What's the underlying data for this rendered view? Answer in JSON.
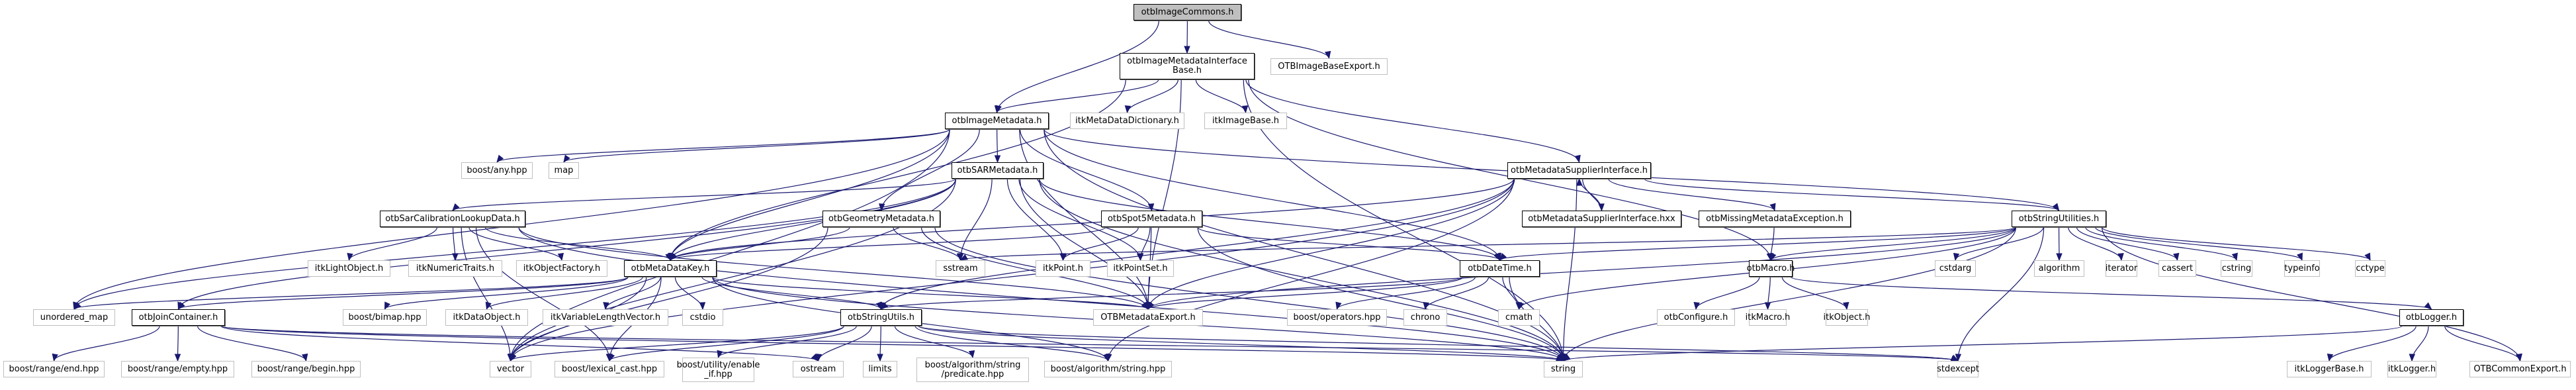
{
  "title": "otbImageCommons.h include dependency graph",
  "edge_color": "#191970",
  "root_fill": "#bfbfbf",
  "nodes": [
    {
      "id": "root",
      "label": "otbImageCommons.h",
      "kind": "root"
    },
    {
      "id": "imdib",
      "label": "otbImageMetadataInterface\nBase.h",
      "kind": "local"
    },
    {
      "id": "otbimgexp",
      "label": "OTBImageBaseExport.h",
      "kind": "external"
    },
    {
      "id": "imd",
      "label": "otbImageMetadata.h",
      "kind": "local"
    },
    {
      "id": "itkmdd",
      "label": "itkMetaDataDictionary.h",
      "kind": "external"
    },
    {
      "id": "itkimgbase",
      "label": "itkImageBase.h",
      "kind": "external"
    },
    {
      "id": "boostany",
      "label": "boost/any.hpp",
      "kind": "external"
    },
    {
      "id": "map",
      "label": "map",
      "kind": "external"
    },
    {
      "id": "sar",
      "label": "otbSARMetadata.h",
      "kind": "local"
    },
    {
      "id": "msi",
      "label": "otbMetadataSupplierInterface.h",
      "kind": "local"
    },
    {
      "id": "sarcal",
      "label": "otbSarCalibrationLookupData.h",
      "kind": "local"
    },
    {
      "id": "geom",
      "label": "otbGeometryMetadata.h",
      "kind": "local"
    },
    {
      "id": "spot",
      "label": "otbSpot5Metadata.h",
      "kind": "local"
    },
    {
      "id": "msihxx",
      "label": "otbMetadataSupplierInterface.hxx",
      "kind": "local"
    },
    {
      "id": "missing",
      "label": "otbMissingMetadataException.h",
      "kind": "local"
    },
    {
      "id": "strutilities",
      "label": "otbStringUtilities.h",
      "kind": "local"
    },
    {
      "id": "itklight",
      "label": "itkLightObject.h",
      "kind": "external"
    },
    {
      "id": "itknum",
      "label": "itkNumericTraits.h",
      "kind": "external"
    },
    {
      "id": "itkobjf",
      "label": "itkObjectFactory.h",
      "kind": "external"
    },
    {
      "id": "mdkey",
      "label": "otbMetaDataKey.h",
      "kind": "local"
    },
    {
      "id": "sstream",
      "label": "sstream",
      "kind": "external"
    },
    {
      "id": "itkpoint",
      "label": "itkPoint.h",
      "kind": "external"
    },
    {
      "id": "itkpointset",
      "label": "itkPointSet.h",
      "kind": "external"
    },
    {
      "id": "datetime",
      "label": "otbDateTime.h",
      "kind": "local"
    },
    {
      "id": "macro",
      "label": "otbMacro.h",
      "kind": "local"
    },
    {
      "id": "cstdarg",
      "label": "cstdarg",
      "kind": "external"
    },
    {
      "id": "algorithm",
      "label": "algorithm",
      "kind": "external"
    },
    {
      "id": "iterator",
      "label": "iterator",
      "kind": "external"
    },
    {
      "id": "cassert",
      "label": "cassert",
      "kind": "external"
    },
    {
      "id": "cstring",
      "label": "cstring",
      "kind": "external"
    },
    {
      "id": "typeinfo",
      "label": "typeinfo",
      "kind": "external"
    },
    {
      "id": "cctype",
      "label": "cctype",
      "kind": "external"
    },
    {
      "id": "umap",
      "label": "unordered_map",
      "kind": "external"
    },
    {
      "id": "join",
      "label": "otbJoinContainer.h",
      "kind": "local"
    },
    {
      "id": "bimap",
      "label": "boost/bimap.hpp",
      "kind": "external"
    },
    {
      "id": "itkdataobj",
      "label": "itkDataObject.h",
      "kind": "external"
    },
    {
      "id": "itkvlv",
      "label": "itkVariableLengthVector.h",
      "kind": "external"
    },
    {
      "id": "cstdio",
      "label": "cstdio",
      "kind": "external"
    },
    {
      "id": "strutils",
      "label": "otbStringUtils.h",
      "kind": "local"
    },
    {
      "id": "otbmdexp",
      "label": "OTBMetadataExport.h",
      "kind": "external"
    },
    {
      "id": "boostops",
      "label": "boost/operators.hpp",
      "kind": "external"
    },
    {
      "id": "chrono",
      "label": "chrono",
      "kind": "external"
    },
    {
      "id": "cmath",
      "label": "cmath",
      "kind": "external"
    },
    {
      "id": "otbconf",
      "label": "otbConfigure.h",
      "kind": "external"
    },
    {
      "id": "itkmacro",
      "label": "itkMacro.h",
      "kind": "external"
    },
    {
      "id": "itkobject",
      "label": "itkObject.h",
      "kind": "external"
    },
    {
      "id": "logger",
      "label": "otbLogger.h",
      "kind": "local"
    },
    {
      "id": "rangeend",
      "label": "boost/range/end.hpp",
      "kind": "external"
    },
    {
      "id": "rangeempty",
      "label": "boost/range/empty.hpp",
      "kind": "external"
    },
    {
      "id": "rangebegin",
      "label": "boost/range/begin.hpp",
      "kind": "external"
    },
    {
      "id": "vector",
      "label": "vector",
      "kind": "external"
    },
    {
      "id": "lexcast",
      "label": "boost/lexical_cast.hpp",
      "kind": "external"
    },
    {
      "id": "enableif",
      "label": "boost/utility/enable\n_if.hpp",
      "kind": "external"
    },
    {
      "id": "ostream",
      "label": "ostream",
      "kind": "external"
    },
    {
      "id": "limits",
      "label": "limits",
      "kind": "external"
    },
    {
      "id": "predicate",
      "label": "boost/algorithm/string\n/predicate.hpp",
      "kind": "external"
    },
    {
      "id": "algostring",
      "label": "boost/algorithm/string.hpp",
      "kind": "external"
    },
    {
      "id": "string",
      "label": "string",
      "kind": "external"
    },
    {
      "id": "stdexcept",
      "label": "stdexcept",
      "kind": "external"
    },
    {
      "id": "itkloggerbase",
      "label": "itkLoggerBase.h",
      "kind": "external"
    },
    {
      "id": "itklogger",
      "label": "itkLogger.h",
      "kind": "external"
    },
    {
      "id": "otbcommonexp",
      "label": "OTBCommonExport.h",
      "kind": "external"
    }
  ],
  "edges": [
    [
      "root",
      "imdib"
    ],
    [
      "root",
      "otbimgexp"
    ],
    [
      "root",
      "imd"
    ],
    [
      "imdib",
      "imd"
    ],
    [
      "imdib",
      "itkmdd"
    ],
    [
      "imdib",
      "itkimgbase"
    ],
    [
      "imdib",
      "msi"
    ],
    [
      "imdib",
      "mdkey"
    ],
    [
      "imdib",
      "otbmdexp"
    ],
    [
      "imdib",
      "string"
    ],
    [
      "imdib",
      "macro"
    ],
    [
      "imd",
      "boostany"
    ],
    [
      "imd",
      "map"
    ],
    [
      "imd",
      "sar"
    ],
    [
      "imd",
      "geom"
    ],
    [
      "imd",
      "spot"
    ],
    [
      "imd",
      "mdkey"
    ],
    [
      "imd",
      "otbmdexp"
    ],
    [
      "imd",
      "string"
    ],
    [
      "imd",
      "vector"
    ],
    [
      "imd",
      "umap"
    ],
    [
      "imd",
      "datetime"
    ],
    [
      "imd",
      "strutilities"
    ],
    [
      "sar",
      "sarcal"
    ],
    [
      "sar",
      "mdkey"
    ],
    [
      "sar",
      "sstream"
    ],
    [
      "sar",
      "itkpoint"
    ],
    [
      "sar",
      "itkpointset"
    ],
    [
      "sar",
      "datetime"
    ],
    [
      "sar",
      "otbmdexp"
    ],
    [
      "sar",
      "string"
    ],
    [
      "sar",
      "vector"
    ],
    [
      "sar",
      "umap"
    ],
    [
      "sar",
      "join"
    ],
    [
      "msi",
      "msihxx"
    ],
    [
      "msihxx",
      "msi"
    ],
    [
      "msi",
      "missing"
    ],
    [
      "msi",
      "strutilities"
    ],
    [
      "msi",
      "otbmdexp"
    ],
    [
      "msi",
      "string"
    ],
    [
      "msi",
      "mdkey"
    ],
    [
      "msi",
      "strutils"
    ],
    [
      "msi",
      "vector"
    ],
    [
      "msi",
      "algostring"
    ],
    [
      "sarcal",
      "itklight"
    ],
    [
      "sarcal",
      "itknum"
    ],
    [
      "sarcal",
      "itkobjf"
    ],
    [
      "sarcal",
      "mdkey"
    ],
    [
      "sarcal",
      "otbmdexp"
    ],
    [
      "sarcal",
      "vector"
    ],
    [
      "sarcal",
      "lexcast"
    ],
    [
      "sarcal",
      "string"
    ],
    [
      "geom",
      "mdkey"
    ],
    [
      "geom",
      "sstream"
    ],
    [
      "geom",
      "otbmdexp"
    ],
    [
      "geom",
      "string"
    ],
    [
      "geom",
      "vector"
    ],
    [
      "spot",
      "mdkey"
    ],
    [
      "spot",
      "itkpoint"
    ],
    [
      "spot",
      "itkpointset"
    ],
    [
      "spot",
      "otbmdexp"
    ],
    [
      "spot",
      "datetime"
    ],
    [
      "spot",
      "string"
    ],
    [
      "missing",
      "macro"
    ],
    [
      "strutilities",
      "cstdarg"
    ],
    [
      "strutilities",
      "algorithm"
    ],
    [
      "strutilities",
      "iterator"
    ],
    [
      "strutilities",
      "cassert"
    ],
    [
      "strutilities",
      "cstring"
    ],
    [
      "strutilities",
      "typeinfo"
    ],
    [
      "strutilities",
      "cctype"
    ],
    [
      "strutilities",
      "macro"
    ],
    [
      "strutilities",
      "string"
    ],
    [
      "strutilities",
      "stdexcept"
    ],
    [
      "strutilities",
      "otbcommonexp"
    ],
    [
      "strutilities",
      "sstream"
    ],
    [
      "strutilities",
      "cmath"
    ],
    [
      "strutilities",
      "datetime"
    ],
    [
      "strutilities",
      "otbmdexp"
    ],
    [
      "mdkey",
      "umap"
    ],
    [
      "mdkey",
      "join"
    ],
    [
      "mdkey",
      "bimap"
    ],
    [
      "mdkey",
      "itkdataobj"
    ],
    [
      "mdkey",
      "itkvlv"
    ],
    [
      "mdkey",
      "cstdio"
    ],
    [
      "mdkey",
      "strutils"
    ],
    [
      "mdkey",
      "otbmdexp"
    ],
    [
      "mdkey",
      "string"
    ],
    [
      "mdkey",
      "vector"
    ],
    [
      "mdkey",
      "lexcast"
    ],
    [
      "mdkey",
      "algostring"
    ],
    [
      "join",
      "rangeend"
    ],
    [
      "join",
      "rangeempty"
    ],
    [
      "join",
      "rangebegin"
    ],
    [
      "join",
      "string"
    ],
    [
      "join",
      "stdexcept"
    ],
    [
      "join",
      "ostream"
    ],
    [
      "strutils",
      "vector"
    ],
    [
      "strutils",
      "lexcast"
    ],
    [
      "strutils",
      "enableif"
    ],
    [
      "strutils",
      "ostream"
    ],
    [
      "strutils",
      "limits"
    ],
    [
      "strutils",
      "predicate"
    ],
    [
      "strutils",
      "algostring"
    ],
    [
      "strutils",
      "string"
    ],
    [
      "strutils",
      "stdexcept"
    ],
    [
      "datetime",
      "otbmdexp"
    ],
    [
      "datetime",
      "boostops"
    ],
    [
      "datetime",
      "chrono"
    ],
    [
      "datetime",
      "cmath"
    ],
    [
      "datetime",
      "string"
    ],
    [
      "datetime",
      "strutils"
    ],
    [
      "macro",
      "otbconf"
    ],
    [
      "macro",
      "itkmacro"
    ],
    [
      "macro",
      "itkobject"
    ],
    [
      "macro",
      "logger"
    ],
    [
      "logger",
      "itkloggerbase"
    ],
    [
      "logger",
      "itklogger"
    ],
    [
      "logger",
      "otbcommonexp"
    ],
    [
      "logger",
      "string"
    ]
  ]
}
